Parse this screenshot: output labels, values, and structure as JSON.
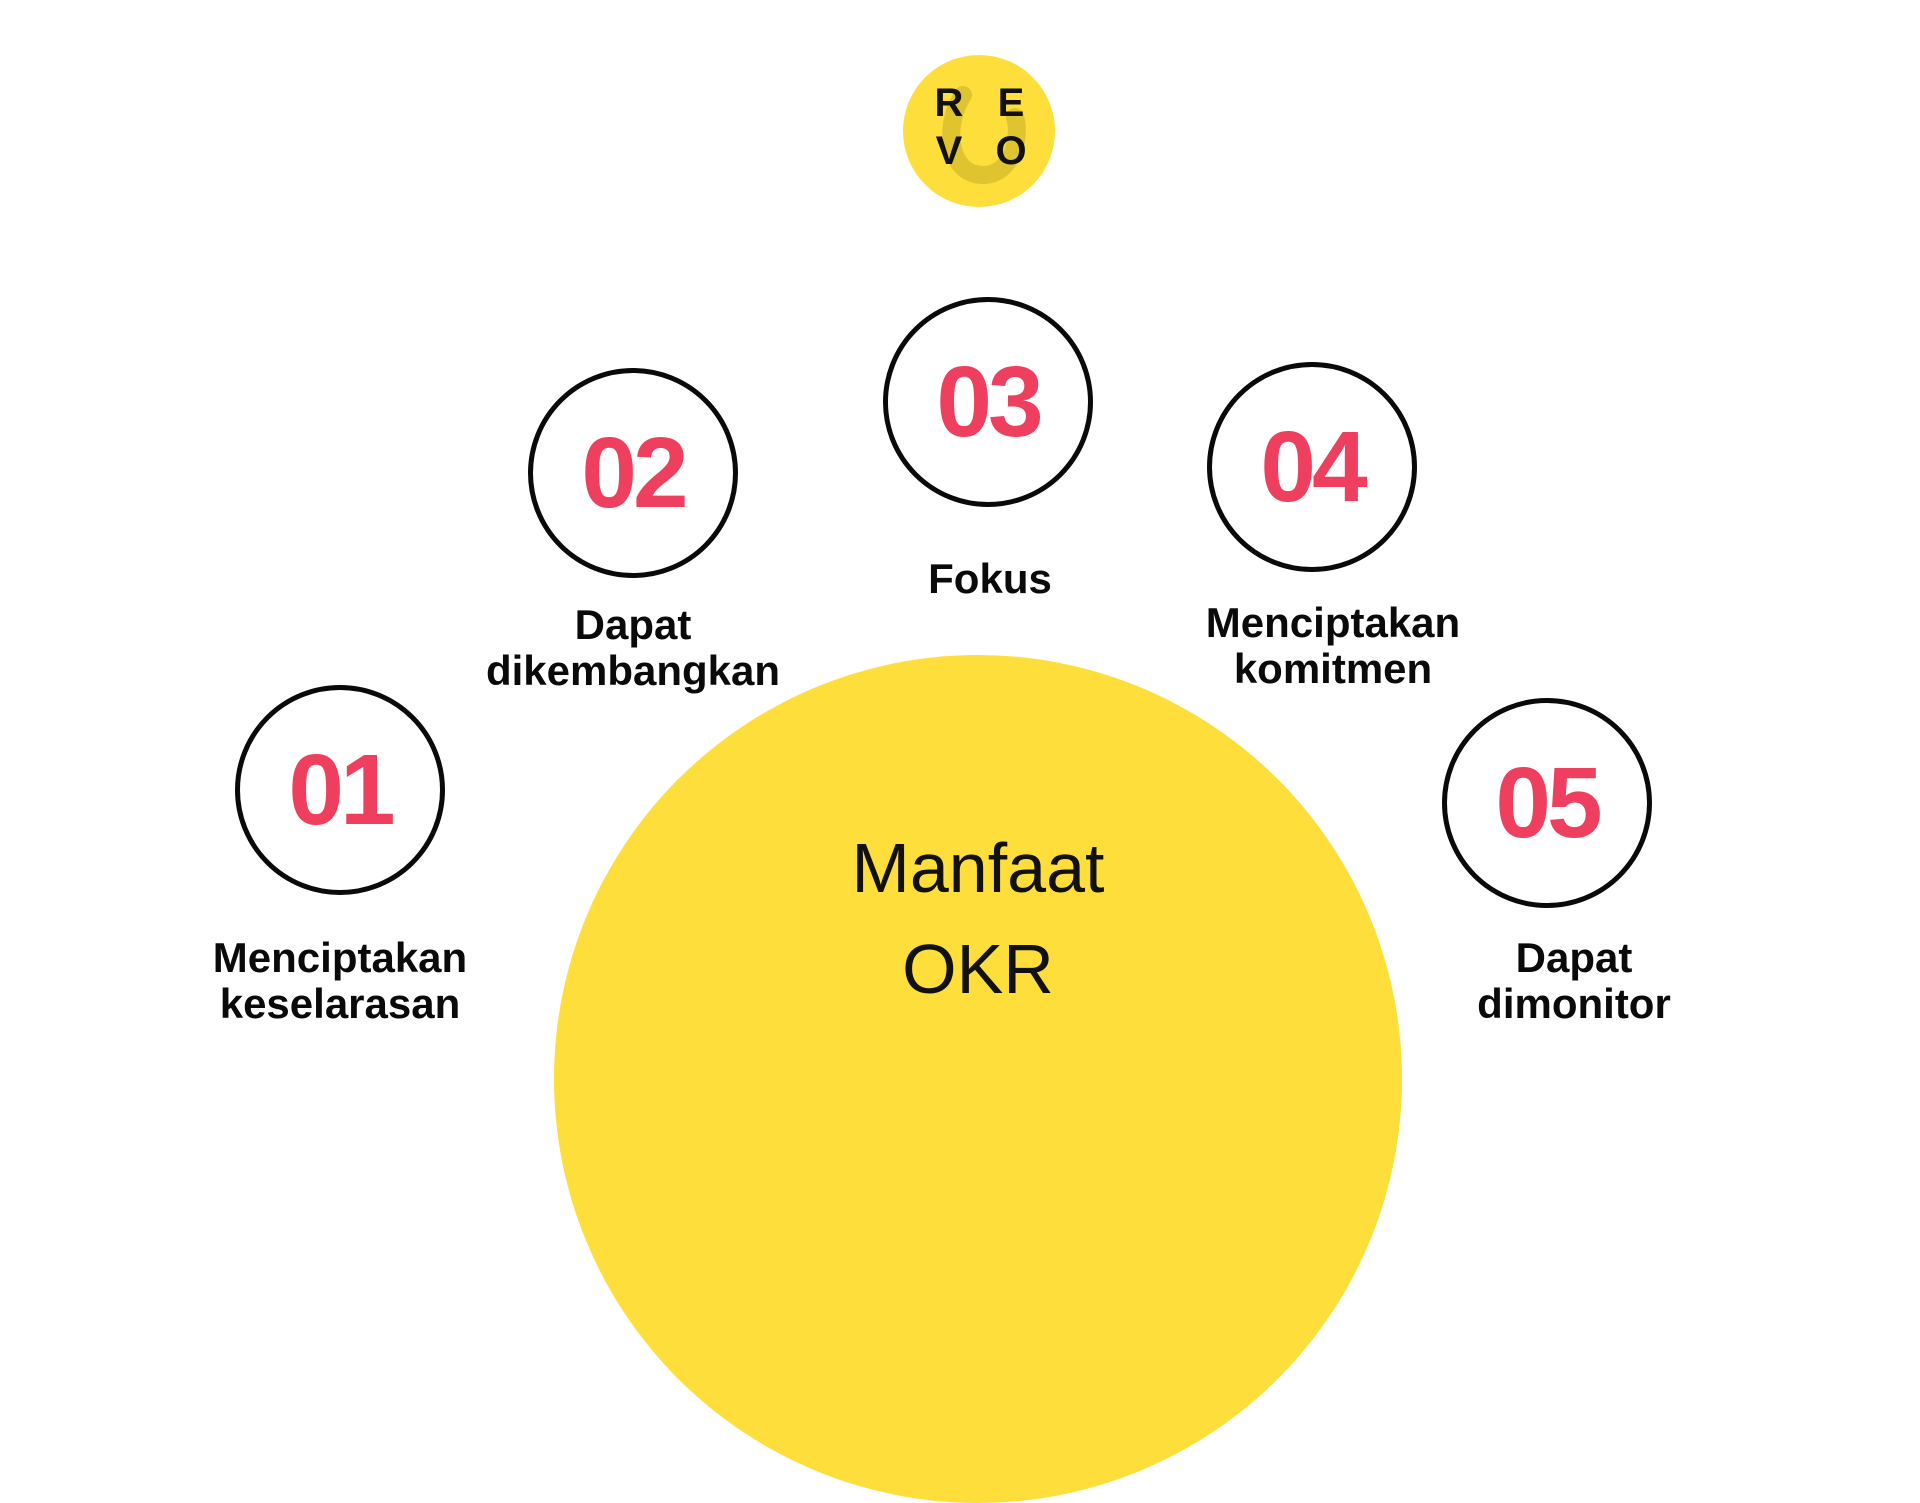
{
  "logo": {
    "letters": [
      "R",
      "E",
      "V",
      "O"
    ],
    "color": "#FDDE3A"
  },
  "center": {
    "line1": "Manfaat",
    "line2": "OKR",
    "color": "#FDDE3A"
  },
  "colors": {
    "number": "#EE3F5E",
    "circle_stroke": "#0A0A0A",
    "text": "#0A0A0A"
  },
  "items": [
    {
      "number": "01",
      "line1": "Menciptakan",
      "line2": "keselarasan"
    },
    {
      "number": "02",
      "line1": "Dapat",
      "line2": "dikembangkan"
    },
    {
      "number": "03",
      "line1": "Fokus",
      "line2": ""
    },
    {
      "number": "04",
      "line1": "Menciptakan",
      "line2": "komitmen"
    },
    {
      "number": "05",
      "line1": "Dapat",
      "line2": "dimonitor"
    }
  ]
}
